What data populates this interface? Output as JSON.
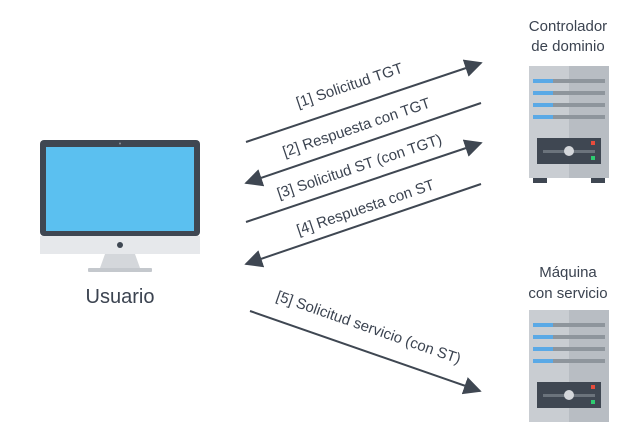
{
  "nodes": {
    "user_label": "Usuario",
    "dc_label_line1": "Controlador",
    "dc_label_line2": "de dominio",
    "svc_label_line1": "Máquina",
    "svc_label_line2": "con servicio"
  },
  "messages": [
    {
      "label": "[1] Solicitud TGT"
    },
    {
      "label": "[2] Respuesta con TGT"
    },
    {
      "label": "[3] Solicitud ST (con TGT)"
    },
    {
      "label": "[4] Respuesta con ST"
    },
    {
      "label": "[5] Solicitud servicio (con ST)"
    }
  ],
  "colors": {
    "arrow": "#3f4752",
    "text": "#3b4350",
    "screen": "#5bc0f0",
    "monitor_frame": "#3f4752",
    "server_body": "#c9cdd2",
    "server_stripe": "#5aa9e6"
  },
  "icons": {
    "user": "desktop-monitor-icon",
    "dc": "server-tower-icon",
    "svc": "server-tower-icon"
  }
}
